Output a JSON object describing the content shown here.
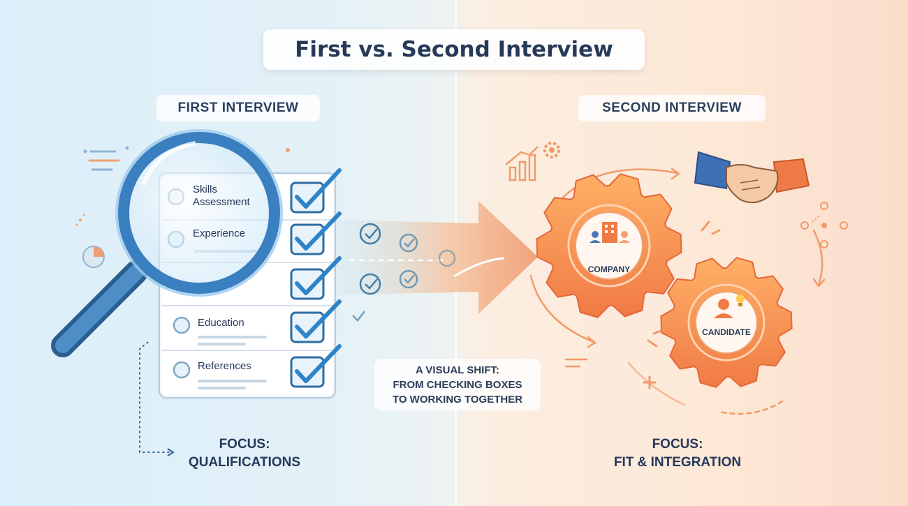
{
  "title": "First vs. Second Interview",
  "left": {
    "heading": "FIRST INTERVIEW",
    "checklist": [
      "Skills Assessment",
      "Experience",
      "Education",
      "References"
    ],
    "focus_label": "FOCUS:",
    "focus_value": "QUALIFICATIONS"
  },
  "right": {
    "heading": "SECOND INTERVIEW",
    "gear_company": "COMPANY",
    "gear_candidate": "CANDIDATE",
    "focus_label": "FOCUS:",
    "focus_value": "FIT & INTEGRATION"
  },
  "center": {
    "line1": "A VISUAL SHIFT:",
    "line2": "FROM CHECKING BOXES",
    "line3": "TO WORKING TOGETHER"
  },
  "colors": {
    "left_accent": "#2f84c8",
    "right_accent": "#f08a3c",
    "title_text": "#263a58"
  }
}
